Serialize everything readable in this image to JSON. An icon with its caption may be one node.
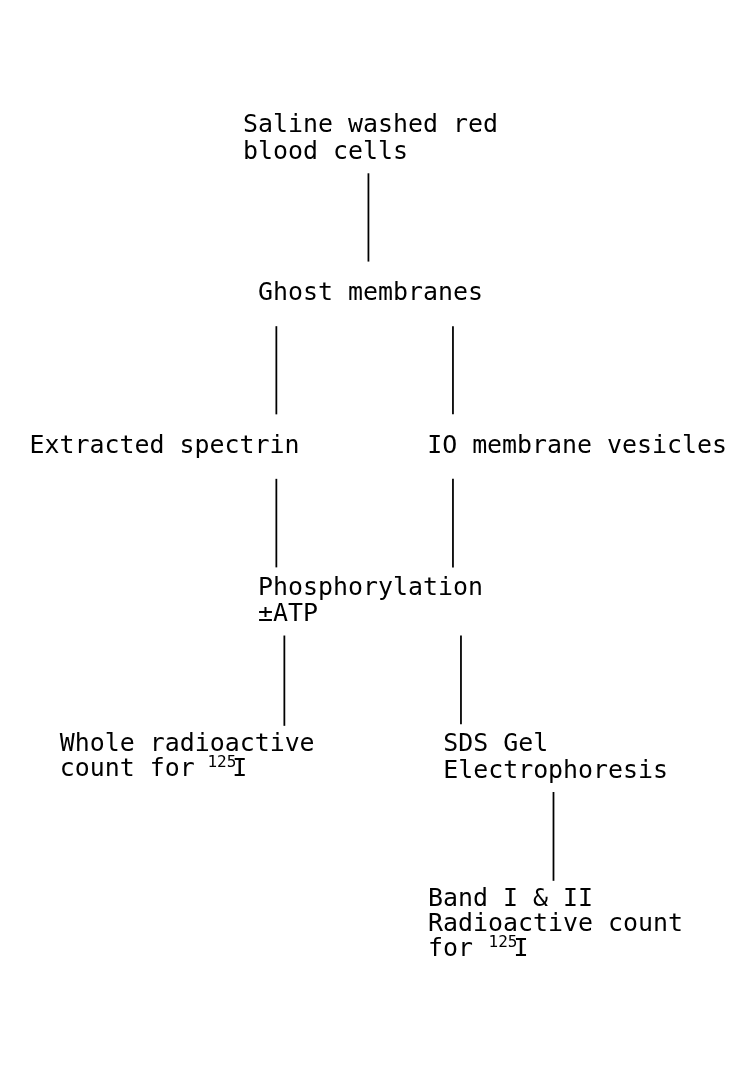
{
  "diagram": {
    "nodes": [
      {
        "text": [
          "Saline washed red blood cells"
        ]
      },
      {
        "text": [
          "Ghost membranes"
        ]
      },
      {
        "text": [
          "Extracted spectrin"
        ]
      },
      {
        "text": [
          "IO membrane vesicles"
        ]
      },
      {
        "text": [
          "Phosphorylation",
          "±ATP"
        ]
      },
      {
        "text": [
          "Whole radioactive count for $^{125}$I"
        ]
      },
      {
        "text": [
          "SDS Gel Electrophoresis"
        ]
      },
      {
        "text": [
          "Band I & II Radioactive count for $^{125}$I"
        ]
      }
    ],
    "edges": [
      {
        "from": 0,
        "to": 1,
        "arrow": "none"
      },
      {
        "from": 1,
        "to": 2,
        "arrow": "none"
      },
      {
        "from": 1,
        "to": 3,
        "arrow": "none"
      },
      {
        "from": 2,
        "to": 4,
        "arrow": "none"
      },
      {
        "from": 3,
        "to": 4,
        "arrow": "none"
      },
      {
        "from": 4,
        "to": 5,
        "arrow": "none"
      },
      {
        "from": 4,
        "to": 6,
        "arrow": "none"
      },
      {
        "from": 6,
        "to": 7,
        "arrow": "none"
      }
    ]
  }
}
